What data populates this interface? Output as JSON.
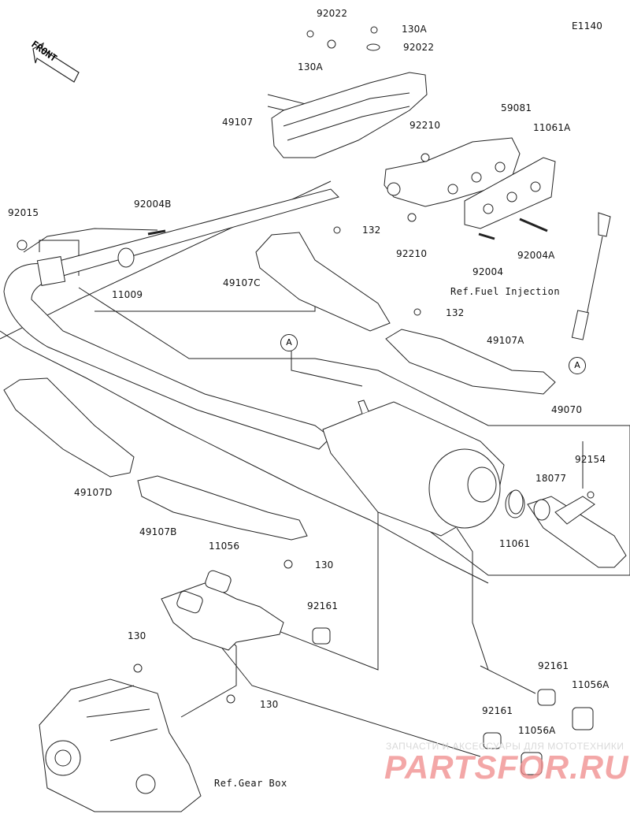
{
  "diagram_code": "E1140",
  "front_label": "FRONT",
  "parts": {
    "p92022a": "92022",
    "p130a_1": "130A",
    "p130a_2": "130A",
    "p92022b": "92022",
    "p49107": "49107",
    "p59081": "59081",
    "p11061a": "11061A",
    "p92210a": "92210",
    "p92210b": "92210",
    "p92004": "92004",
    "p92004a": "92004A",
    "p92015": "92015",
    "p92004b": "92004B",
    "p11009": "11009",
    "p132a": "132",
    "p132b": "132",
    "p49107c": "49107C",
    "p49107a": "49107A",
    "p49070": "49070",
    "p92154": "92154",
    "p18077": "18077",
    "p11061": "11061",
    "p49107d": "49107D",
    "p49107b": "49107B",
    "p11056": "11056",
    "p130_1": "130",
    "p130_2": "130",
    "p130_3": "130",
    "p92161_1": "92161",
    "p92161_2": "92161",
    "p92161_3": "92161",
    "p11056a_1": "11056A",
    "p11056a_2": "11056A"
  },
  "refs": {
    "fuel_injection": "Ref.Fuel Injection",
    "gear_box": "Ref.Gear Box"
  },
  "callout_a": "A",
  "watermark": {
    "line1": "ЗАПЧАСТИ И АКСЕССУАРЫ ДЛЯ МОТОТЕХНИКИ",
    "line2": "PARTSFOR.RU"
  }
}
